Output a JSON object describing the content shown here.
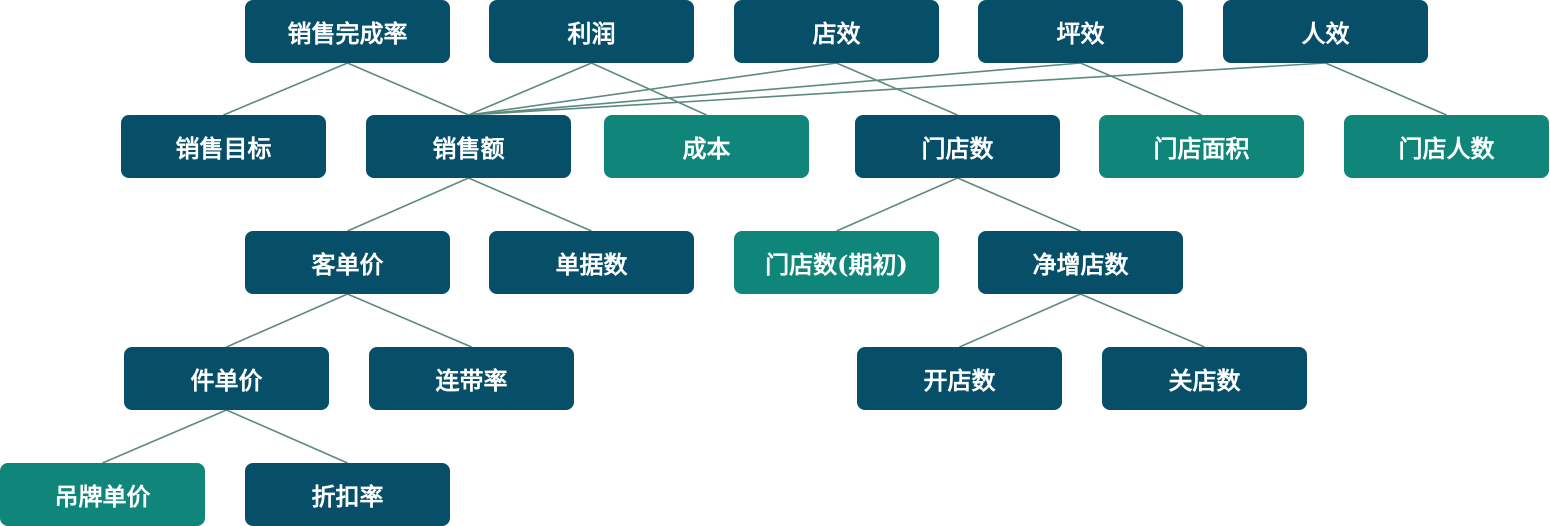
{
  "colors": {
    "dark_node": "#074f68",
    "teal_node": "#10857a",
    "edge": "#5d8a80",
    "text": "#ffffff"
  },
  "nodes": {
    "sales_completion_rate": "销售完成率",
    "profit": "利润",
    "store_efficiency": "店效",
    "area_efficiency": "坪效",
    "staff_efficiency": "人效",
    "sales_target": "销售目标",
    "sales_amount": "销售额",
    "cost": "成本",
    "store_count": "门店数",
    "store_area": "门店面积",
    "store_staff_count": "门店人数",
    "avg_transaction_value": "客单价",
    "transaction_count": "单据数",
    "store_count_beginning": "门店数(期初)",
    "net_new_stores": "净增店数",
    "avg_item_price": "件单价",
    "attach_rate": "连带率",
    "stores_opened": "开店数",
    "stores_closed": "关店数",
    "tag_unit_price": "吊牌单价",
    "discount_rate": "折扣率"
  }
}
